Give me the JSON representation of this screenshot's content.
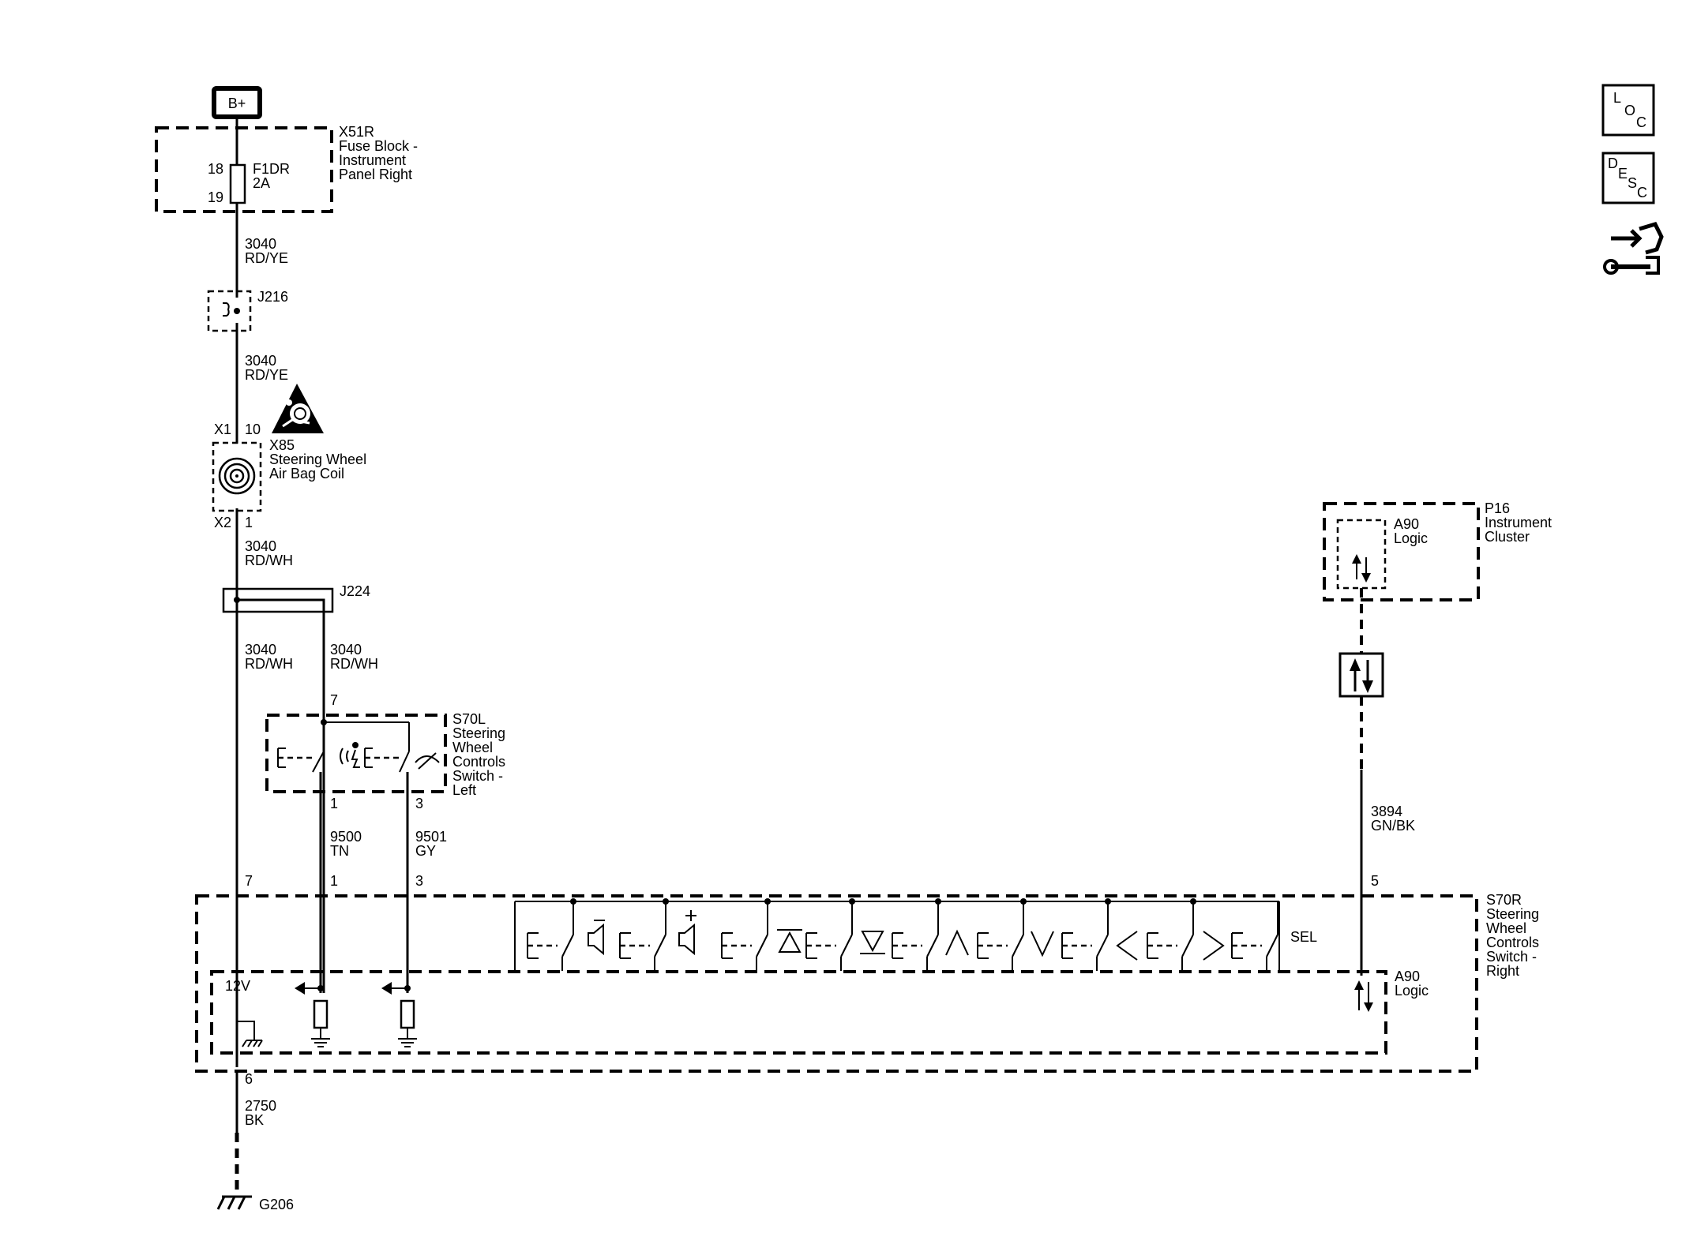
{
  "power": {
    "label": "B+"
  },
  "fuse_block": {
    "id": "X51R",
    "name_lines": [
      "Fuse Block -",
      "Instrument",
      "Panel Right"
    ],
    "fuse_id": "F1DR",
    "fuse_rating": "2A",
    "pin_in": "18",
    "pin_out": "19"
  },
  "wires": {
    "w1": {
      "circuit": "3040",
      "color": "RD/YE"
    },
    "w2": {
      "circuit": "3040",
      "color": "RD/YE"
    },
    "w3": {
      "circuit": "3040",
      "color": "RD/WH"
    },
    "w4": {
      "circuit": "3040",
      "color": "RD/WH"
    },
    "w5": {
      "circuit": "3040",
      "color": "RD/WH"
    },
    "w6": {
      "circuit": "9500",
      "color": "TN"
    },
    "w7": {
      "circuit": "9501",
      "color": "GY"
    },
    "w8": {
      "circuit": "3894",
      "color": "GN/BK"
    },
    "w9": {
      "circuit": "2750",
      "color": "BK"
    }
  },
  "splices": {
    "j216": "J216",
    "j224": "J224"
  },
  "airbag_coil": {
    "id": "X85",
    "name_lines": [
      "Steering Wheel",
      "Air Bag Coil"
    ],
    "conn_top": "X1",
    "pin_top": "10",
    "conn_bottom": "X2",
    "pin_bottom": "1"
  },
  "left_switch": {
    "id": "S70L",
    "name_lines": [
      "Steering",
      "Wheel",
      "Controls",
      "Switch -",
      "Left"
    ],
    "pin_in": "7",
    "pin_out_a": "1",
    "pin_out_b": "3"
  },
  "right_switch": {
    "id": "S70R",
    "name_lines": [
      "Steering",
      "Wheel",
      "Controls",
      "Switch -",
      "Right"
    ],
    "pins": {
      "p7": "7",
      "p1": "1",
      "p3": "3",
      "p5": "5",
      "p6": "6"
    },
    "supply_label": "12V",
    "sel_label": "SEL",
    "logic_label": [
      "A90",
      "Logic"
    ]
  },
  "instrument_cluster": {
    "id": "P16",
    "name_lines": [
      "Instrument",
      "Cluster"
    ],
    "logic_label": [
      "A90",
      "Logic"
    ]
  },
  "ground": {
    "id": "G206"
  },
  "side_icons": [
    {
      "name": "loc-icon",
      "letters": [
        "L",
        "O",
        "C"
      ]
    },
    {
      "name": "desc-icon",
      "letters": [
        "D",
        "E",
        "S",
        "C"
      ]
    },
    {
      "name": "connector-wrench-icon"
    }
  ]
}
